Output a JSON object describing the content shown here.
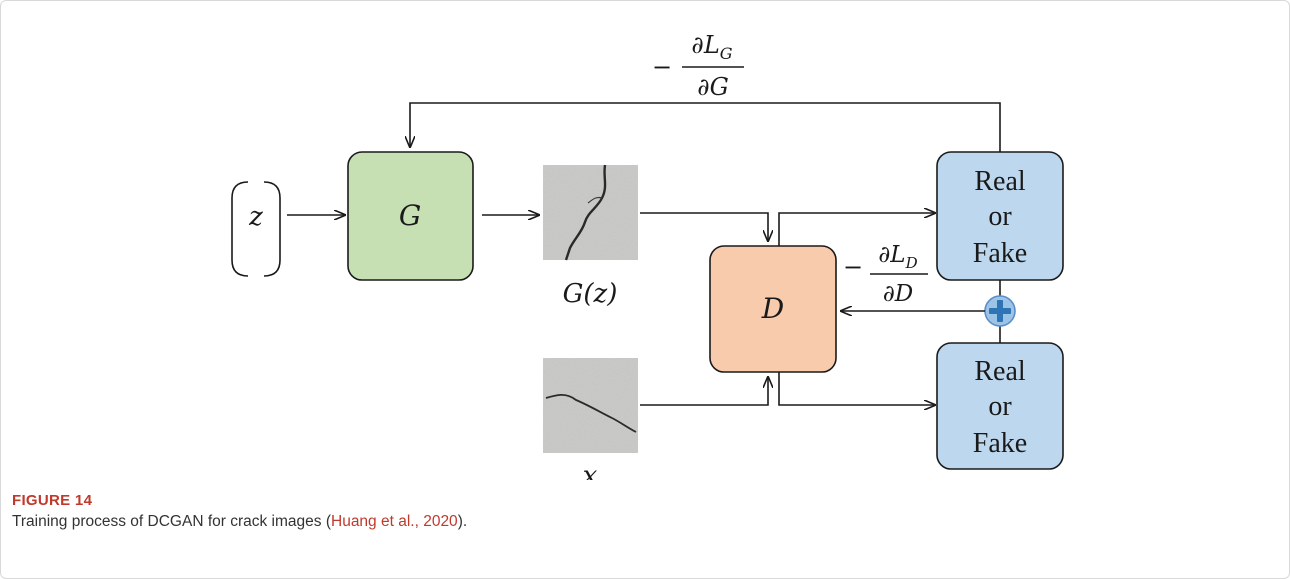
{
  "diagram": {
    "noise_label": "z",
    "generator_label": "G",
    "discriminator_label": "D",
    "generated_image_label": "G(z)",
    "real_image_label": "x",
    "output_top": {
      "line1": "Real",
      "line2": "or",
      "line3": "Fake"
    },
    "output_bottom": {
      "line1": "Real",
      "line2": "or",
      "line3": "Fake"
    },
    "grad_G": {
      "sign": "−",
      "numerator": "∂L",
      "numerator_sub": "G",
      "denominator": "∂G"
    },
    "grad_D": {
      "sign": "−",
      "numerator": "∂L",
      "numerator_sub": "D",
      "denominator": "∂D"
    },
    "colors": {
      "generator_fill": "#c6e0b4",
      "discriminator_fill": "#f8cbad",
      "output_fill": "#bdd7ee",
      "sum_node_fill": "#9dc3e6",
      "sum_node_cross": "#2e75b6"
    },
    "icons": {
      "sum_node": "circle-plus-icon"
    }
  },
  "caption": {
    "label": "FIGURE 14",
    "text_before": "Training process of DCGAN for crack images (",
    "citation": "Huang et al., 2020",
    "text_after": ")."
  }
}
